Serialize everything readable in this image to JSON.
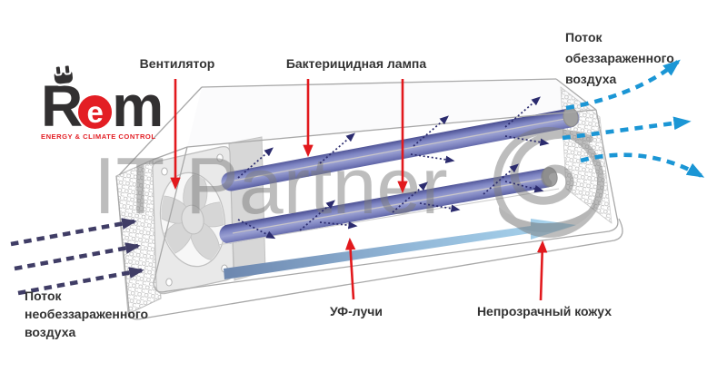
{
  "logo": {
    "letter_r": "R",
    "letter_e": "e",
    "letter_m": "m",
    "tagline": "ENERGY & CLIMATE CONTROL"
  },
  "watermark": {
    "text": "IT Partner"
  },
  "labels": {
    "fan": "Вентилятор",
    "lamp": "Бактерицидная лампа",
    "outflow": "Поток обеззараженного воздуха",
    "inflow": "Поток необеззараженного воздуха",
    "uv_rays": "УФ-лучи",
    "casing": "Непрозрачный кожух"
  },
  "icons": {
    "plug": "plug-icon",
    "fan": "fan-blades-icon",
    "swirl": "swirl-watermark-icon"
  },
  "colors": {
    "annotation_red": "#e2191d",
    "uv_arrow_navy": "#2b2b6e",
    "inlet_arrow_navy": "#403d66",
    "outlet_arrow_blue": "#1b96d5",
    "lamp_blue": "#7e85c3",
    "stripe_blue": "#a9d6ef",
    "watermark_gray": "#7d7d7d",
    "logo_red": "#e31e24",
    "logo_dark": "#323031",
    "label_text": "#333333"
  }
}
